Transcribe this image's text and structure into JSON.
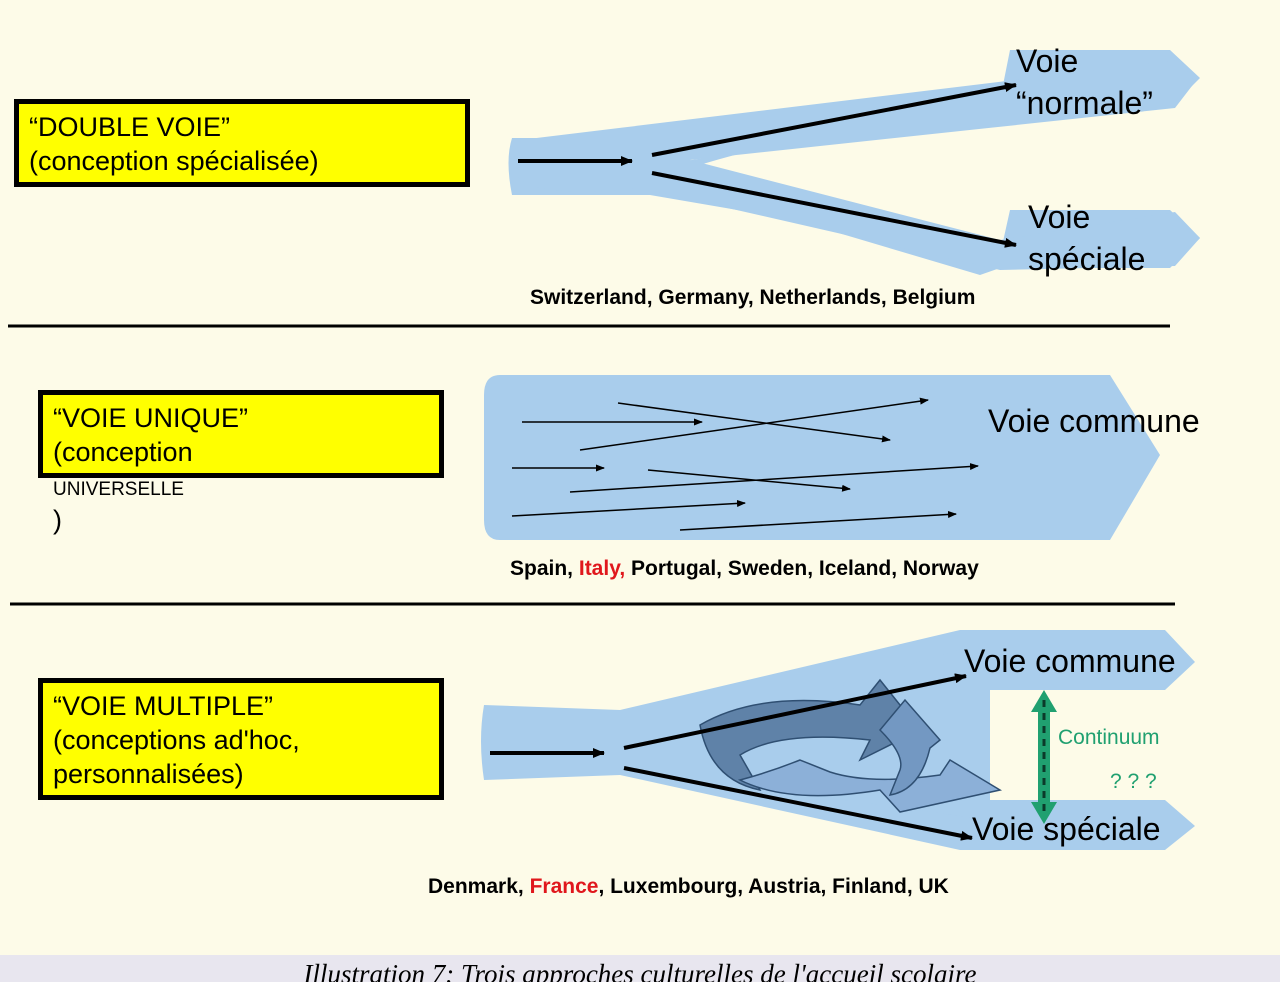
{
  "colors": {
    "lane_fill": "#a9cdec",
    "label_bg": "#ffff00",
    "highlight_country": "#e0171c",
    "continuum": "#20a070",
    "background": "#fdfbe8"
  },
  "sections": [
    {
      "label_line1": "“DOUBLE  VOIE”",
      "label_line2": "(conception spécialisée)",
      "lane_top_line1": "Voie",
      "lane_top_line2": "“normale”",
      "lane_bottom_line1": "Voie",
      "lane_bottom_line2": "spéciale",
      "countries": [
        "Switzerland",
        "Germany",
        "Netherlands",
        "Belgium"
      ]
    },
    {
      "label_line1": "“VOIE  UNIQUE”",
      "label_line2_pre": "(conception ",
      "label_line2_sc": "universelle",
      "label_line2_post": ")",
      "lane_label": "Voie commune",
      "countries_pre": "Spain,",
      "countries_hl": "Italy,",
      "countries_post": "Portugal, Sweden, Iceland, Norway"
    },
    {
      "label_line1": "“VOIE  MULTIPLE”",
      "label_line2": "(conceptions  ad'hoc,",
      "label_line3": "personnalisées)",
      "lane_top": "Voie commune",
      "lane_bottom": "Voie spéciale",
      "continuum": "Continuum",
      "question": "? ? ?",
      "countries_pre": "Denmark,",
      "countries_hl": "France",
      "countries_post": ", Luxembourg, Austria, Finland, UK"
    }
  ],
  "caption": "Illustration 7: Trois approches culturelles de l'accueil scolaire"
}
